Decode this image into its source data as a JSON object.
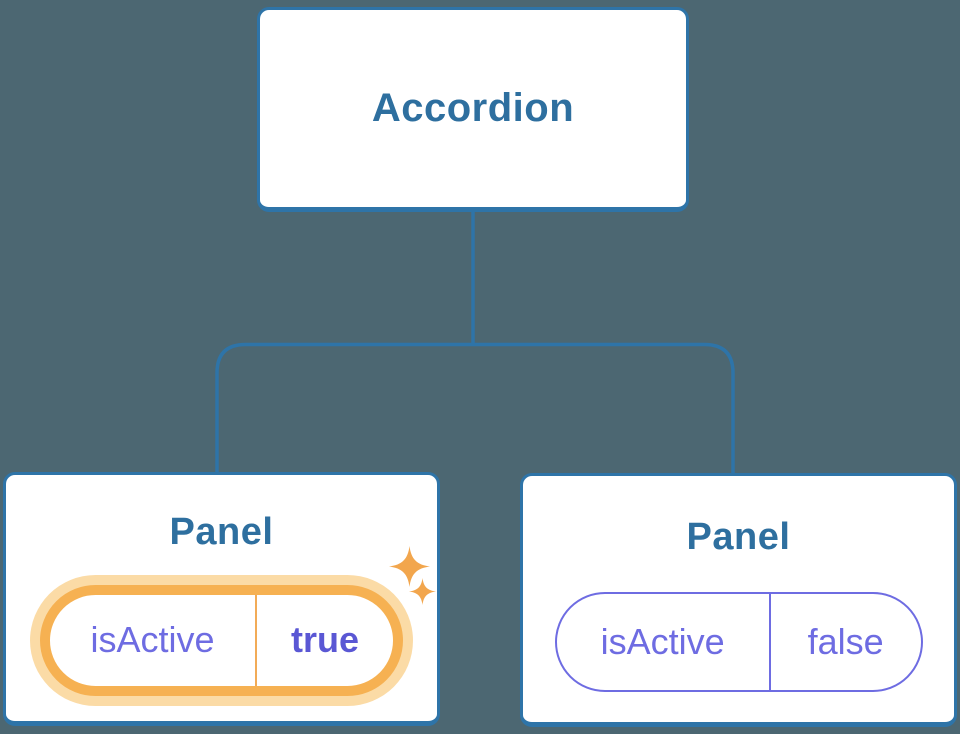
{
  "colors": {
    "background": "#4c6772",
    "line": "#2e74a8",
    "node-bg": "#ffffff",
    "title": "#2e6f9f",
    "purple": "#6e6ce2",
    "purple-bold": "#5a57d4",
    "orange": "#f6b152",
    "orange-halo": "#fbdba6",
    "orange-divider": "#f2ab57",
    "sparkle": "#f2a64d"
  },
  "icons": {
    "highlight": "sparkles-icon"
  },
  "tree": {
    "root": {
      "label": "Accordion"
    },
    "panels": [
      {
        "label": "Panel",
        "prop_name": "isActive",
        "prop_value": "true",
        "highlighted": true
      },
      {
        "label": "Panel",
        "prop_name": "isActive",
        "prop_value": "false",
        "highlighted": false
      }
    ]
  }
}
